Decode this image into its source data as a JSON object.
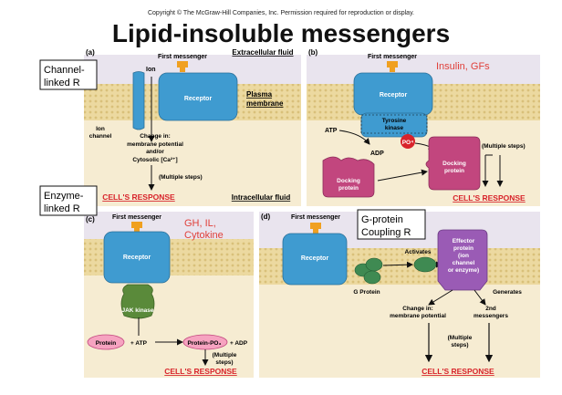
{
  "copyright": "Copyright © The McGraw-Hill Companies, Inc. Permission required for reproduction or display.",
  "title": "Lipid-insoluble messengers",
  "callouts": {
    "channel": [
      "Channel-",
      "linked R"
    ],
    "enzyme": [
      "Enzyme-",
      "linked R"
    ],
    "insulin": "Insulin, GFs",
    "gh": [
      "GH, IL,",
      "Cytokine"
    ],
    "gprotein": [
      "G-protein",
      "Coupling R"
    ]
  },
  "panel_a": {
    "letter": "(a)",
    "first_messenger": "First messenger",
    "extracellular": "Extracellular fluid",
    "intracellular": "Intracellular fluid",
    "plasma_membrane": [
      "Plasma",
      "membrane"
    ],
    "ion": "Ion",
    "receptor": "Receptor",
    "ion_channel": [
      "Ion",
      "channel"
    ],
    "change_in": [
      "Change in:",
      "membrane potential",
      "and/or",
      "Cytosolic [Ca²⁺]"
    ],
    "multiple_steps": "(Multiple steps)",
    "response": "CELL'S RESPONSE"
  },
  "panel_b": {
    "letter": "(b)",
    "first_messenger": "First messenger",
    "receptor": "Receptor",
    "tyrosine_kinase": [
      "Tyrosine",
      "kinase"
    ],
    "atp": "ATP",
    "adp": "ADP",
    "po4": "PO⁴",
    "docking_protein_1": [
      "Docking",
      "protein"
    ],
    "docking_protein_2": [
      "Docking",
      "protein"
    ],
    "multiple_steps": "(Multiple steps)",
    "response": "CELL'S RESPONSE"
  },
  "panel_c": {
    "letter": "(c)",
    "first_messenger": "First messenger",
    "receptor": "Receptor",
    "jak_kinase": "JAK kinase",
    "protein": "Protein",
    "plus_atp": "+ ATP",
    "protein_po3": "Protein-PO₃",
    "plus_adp": "+ ADP",
    "multiple_steps": [
      "(Multiple",
      "steps)"
    ],
    "response": "CELL'S RESPONSE"
  },
  "panel_d": {
    "letter": "(d)",
    "first_messenger": "First messenger",
    "receptor": "Receptor",
    "activates": "Activates",
    "g_protein": "G Protein",
    "effector": [
      "Effector",
      "protein",
      "(ion",
      "channel",
      "or enzyme)"
    ],
    "generates": "Generates",
    "change_in": [
      "Change in:",
      "membrane potential"
    ],
    "second_messengers": [
      "2nd",
      "messengers"
    ],
    "multiple_steps": [
      "(Multiple",
      "steps)"
    ],
    "response": "CELL'S RESPONSE"
  },
  "colors": {
    "receptor_blue": "#3f9bd0",
    "messenger_orange": "#f0a020",
    "membrane": "#ecd9a0",
    "cytosol": "#f6ecd2",
    "extracell": "#e9e4ee",
    "response_red": "#d8232a",
    "jak_green": "#5a8a3a",
    "gprotein_green": "#3f8a52",
    "docking_magenta": "#c2467e",
    "effector_purple": "#9a5bb5",
    "callout_red": "#e0403a"
  }
}
